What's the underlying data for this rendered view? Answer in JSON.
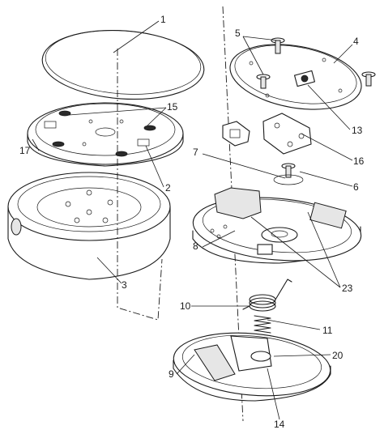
{
  "labels": {
    "l1": "1",
    "l2": "2",
    "l3": "3",
    "l4": "4",
    "l5": "5",
    "l6": "6",
    "l7": "7",
    "l8": "8",
    "l9": "9",
    "l10": "10",
    "l11": "11",
    "l13": "13",
    "l14": "14",
    "l15": "15",
    "l16": "16",
    "l17": "17",
    "l20": "20",
    "l23": "23"
  }
}
